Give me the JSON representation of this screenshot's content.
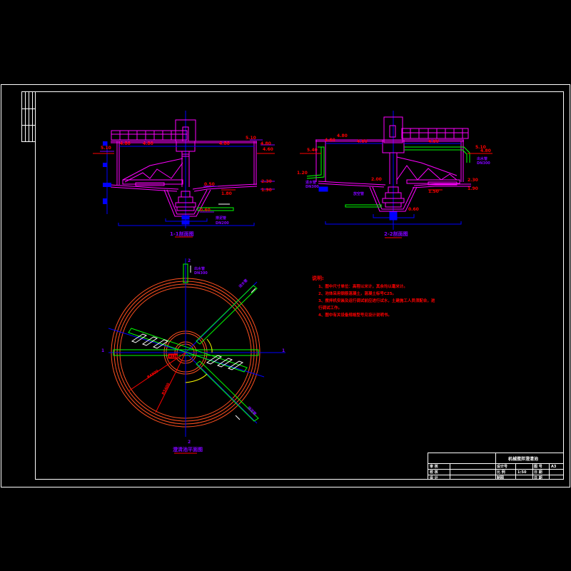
{
  "drawing": {
    "title": "机械搅拌澄清池",
    "section_1_title": "1-1剖面图",
    "section_2_title": "2-2剖面图",
    "plan_title": "澄清池平面图",
    "section_marks": {
      "one": "1",
      "two": "2"
    },
    "colors": {
      "frame": "#ffffff",
      "structure": "#ff00ff",
      "axis": "#0000ff",
      "elevation": "#ff0000",
      "pipe": "#00ff00",
      "label": "#8000ff",
      "ring": "#ff5020",
      "arc": "#ffff00"
    }
  },
  "section1": {
    "elevations_left": [
      "5.10",
      "4.80"
    ],
    "elevations_top": [
      "4.80",
      "4.80"
    ],
    "elevations_right": [
      "5.10",
      "4.80",
      "4.60",
      "2.30",
      "1.90"
    ],
    "elevations_mid": [
      "0.50",
      "1.80",
      "0.60"
    ],
    "pipe_labels": [
      "排泥管",
      "DN200"
    ]
  },
  "section2": {
    "elevations_left": [
      "5.40",
      "4.80",
      "1.20"
    ],
    "elevations_top": [
      "4.80",
      "4.80",
      "4.80"
    ],
    "elevations_right": [
      "5.10",
      "4.80",
      "2.30",
      "1.90"
    ],
    "elevations_mid": [
      "2.00",
      "1.50",
      "0.60"
    ],
    "pipe_labels": [
      "进水管",
      "DN300",
      "出水管",
      "DN300",
      "放空管"
    ]
  },
  "plan": {
    "labels": [
      "出水管",
      "DN300",
      "进水管",
      "排泥管",
      "R4800",
      "R5400",
      "R1200"
    ]
  },
  "notes": {
    "heading": "说明:",
    "items": [
      "1、图中尺寸单位：高程以米计，其余均以毫米计。",
      "2、池体采用钢筋混凝土，混凝土标号C25。",
      "3、搅拌机安装及运行调试前应进行试水，土建施工人员须配合，进",
      "   行调试工作。",
      "4、图中有关设备规格型号见设计说明书。"
    ]
  },
  "title_block": {
    "project_name": "机械搅拌澄清池",
    "rows": [
      [
        "审 核",
        "",
        "设计号",
        "",
        "图 号",
        "A3"
      ],
      [
        "校 核",
        "",
        "比 例",
        "1:50",
        "日 期",
        ""
      ],
      [
        "设 计",
        "",
        "制图",
        "",
        "日 期",
        ""
      ]
    ]
  }
}
